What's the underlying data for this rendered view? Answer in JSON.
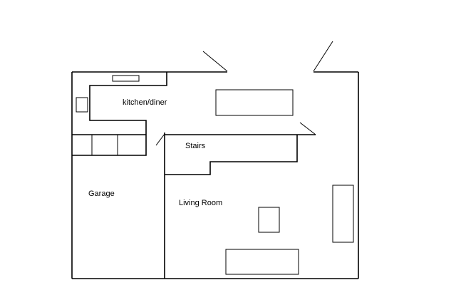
{
  "diagram": {
    "type": "floor-plan",
    "rooms": [
      {
        "id": "kitchen",
        "label": "kitchen/diner"
      },
      {
        "id": "stairs",
        "label": "Stairs"
      },
      {
        "id": "garage",
        "label": "Garage"
      },
      {
        "id": "living",
        "label": "Living Room"
      }
    ],
    "colors": {
      "line": "#000000",
      "background": "#ffffff"
    }
  }
}
